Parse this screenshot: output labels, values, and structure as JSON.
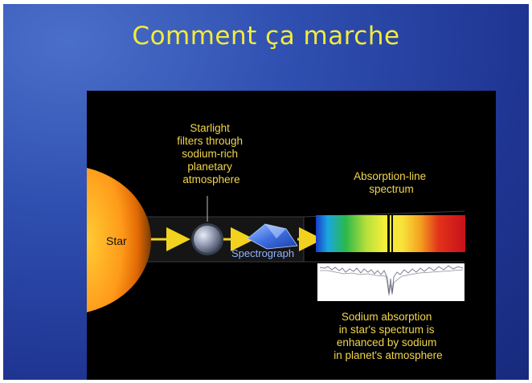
{
  "slide": {
    "title": "Comment ça marche"
  },
  "diagram": {
    "star_label": "Star",
    "starlight_caption": [
      "Starlight",
      "filters through",
      "sodium-rich",
      "planetary",
      "atmosphere"
    ],
    "spectrograph_label": "Spectrograph",
    "spectrum_caption": [
      "Absorption-line",
      "spectrum"
    ],
    "sodium_caption": [
      "Sodium absorption",
      "in star's spectrum is",
      "enhanced by sodium",
      "in planet's atmosphere"
    ]
  },
  "colors": {
    "title": "#f3ec3a",
    "caption": "#f2d64b",
    "arrow": "#f2d21f",
    "spectrograph_label": "#8fb3ff"
  }
}
